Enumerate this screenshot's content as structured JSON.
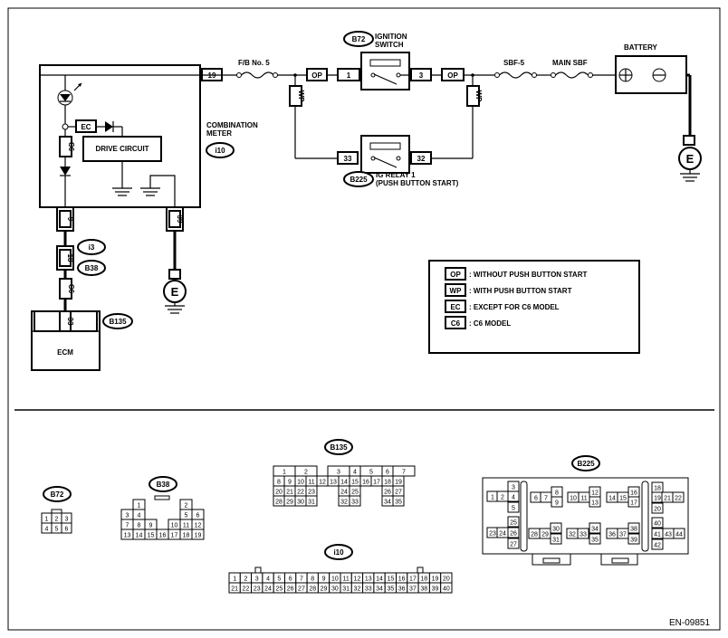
{
  "labels": {
    "fb_no5": "F/B No. 5",
    "ignition_switch": "IGNITION\nSWITCH",
    "sbf5": "SBF-5",
    "main_sbf": "MAIN SBF",
    "battery": "BATTERY",
    "combination_meter": "COMBINATION\nMETER",
    "drive_circuit": "DRIVE CIRCUIT",
    "ig_relay": "IG RELAY 1\n(PUSH BUTTON START)",
    "ecm": "ECM",
    "ground": "E",
    "footer_code": "EN-09851"
  },
  "connector_ids": {
    "b72": "B72",
    "i10": "i10",
    "i3": "i3",
    "b38": "B38",
    "b135": "B135",
    "b225": "B225"
  },
  "pins": {
    "p19": "19",
    "p1": "1",
    "p3": "3",
    "p33": "33",
    "p32": "32",
    "p9": "9",
    "p39": "39",
    "p18": "18",
    "p33b": "33"
  },
  "wire_tags": {
    "op": "OP",
    "wp": "WP",
    "ec": "EC",
    "c6": "C6"
  },
  "legend": [
    {
      "code": "OP",
      "text": ": WITHOUT PUSH BUTTON START"
    },
    {
      "code": "WP",
      "text": ": WITH PUSH BUTTON START"
    },
    {
      "code": "EC",
      "text": ": EXCEPT FOR C6 MODEL"
    },
    {
      "code": "C6",
      "text": ": C6 MODEL"
    }
  ],
  "connectors": {
    "b72": {
      "label": "B72",
      "rows": [
        [
          "1",
          "2",
          "3"
        ],
        [
          "4",
          "5",
          "6"
        ]
      ]
    },
    "b38": {
      "label": "B38",
      "rows": [
        [
          "1",
          "",
          "",
          "",
          "",
          "2"
        ],
        [
          "3",
          "4",
          "",
          "",
          "5",
          "6"
        ],
        [
          "7",
          "8",
          "9",
          "",
          "10",
          "11",
          "12"
        ],
        [
          "13",
          "14",
          "15",
          "16",
          "17",
          "18",
          "19"
        ]
      ]
    },
    "b135": {
      "label": "B135",
      "rows": [
        [
          "1",
          "2",
          "",
          "",
          "3",
          "4",
          "5",
          "6",
          "7"
        ],
        [
          "8",
          "9",
          "10",
          "11",
          "12",
          "13",
          "14",
          "15",
          "16",
          "17",
          "18",
          "19"
        ],
        [
          "20",
          "21",
          "22",
          "23",
          "",
          "24",
          "25",
          "",
          "26",
          "27"
        ],
        [
          "28",
          "29",
          "30",
          "31",
          "",
          "32",
          "33",
          "",
          "34",
          "35"
        ]
      ]
    },
    "i10": {
      "label": "i10",
      "rows": [
        [
          "1",
          "2",
          "3",
          "4",
          "5",
          "6",
          "7",
          "8",
          "9",
          "10",
          "11",
          "12",
          "13",
          "14",
          "15",
          "16",
          "17",
          "18",
          "19",
          "20"
        ],
        [
          "21",
          "22",
          "23",
          "24",
          "25",
          "26",
          "27",
          "28",
          "29",
          "30",
          "31",
          "32",
          "33",
          "34",
          "35",
          "36",
          "37",
          "38",
          "39",
          "40"
        ]
      ]
    },
    "b225": {
      "label": "B225",
      "pins": [
        "1",
        "2",
        "3",
        "4",
        "5",
        "6",
        "7",
        "8",
        "9",
        "10",
        "11",
        "12",
        "13",
        "14",
        "15",
        "16",
        "17",
        "18",
        "19",
        "20",
        "21",
        "22",
        "23",
        "24",
        "25",
        "26",
        "27",
        "28",
        "29",
        "30",
        "31",
        "32",
        "33",
        "34",
        "35",
        "36",
        "37",
        "38",
        "39",
        "40",
        "41",
        "42",
        "43",
        "44"
      ]
    }
  }
}
